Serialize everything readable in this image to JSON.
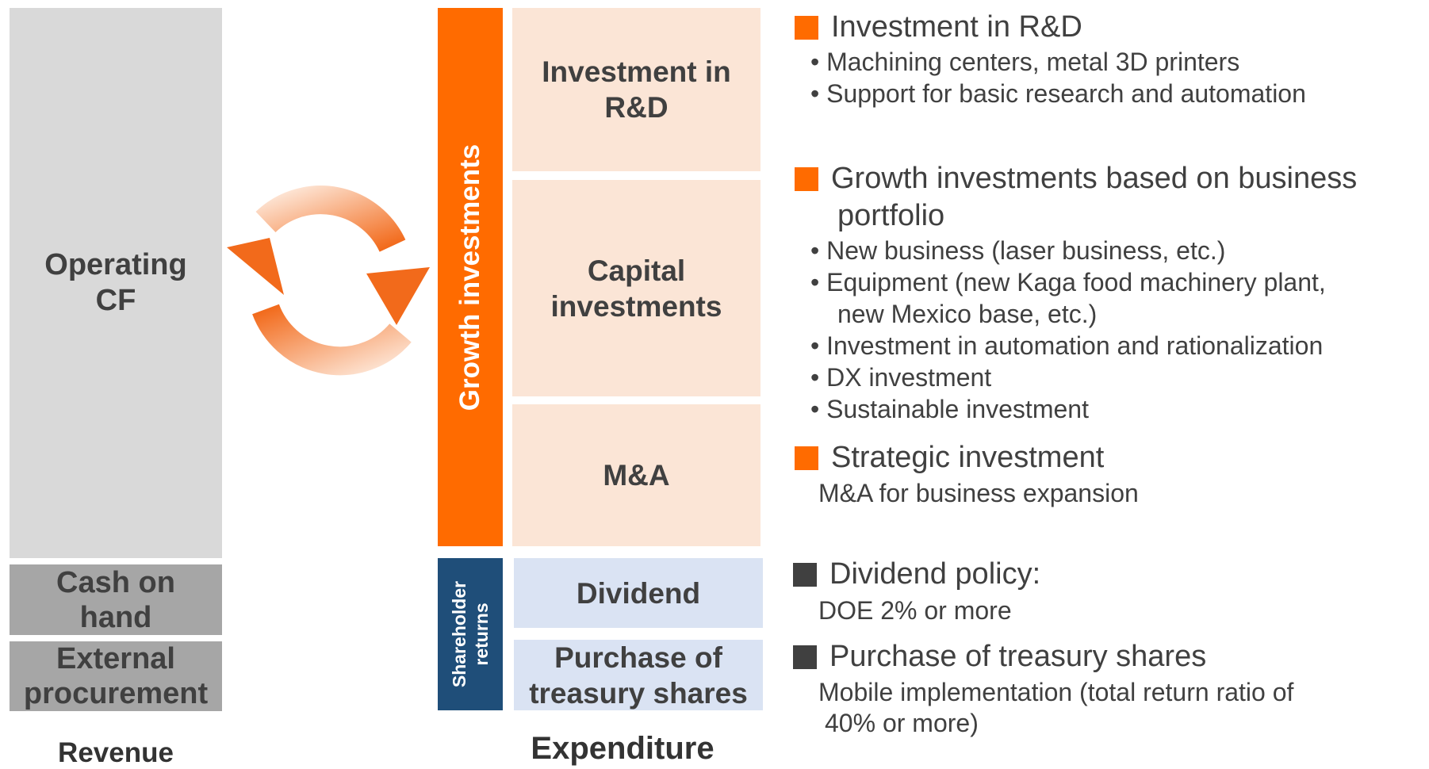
{
  "revenue": {
    "operating_cf": [
      "Operating",
      "CF"
    ],
    "cash_on_hand": [
      "Cash on",
      "hand"
    ],
    "external_procurement": [
      "External",
      "procurement"
    ],
    "label": "Revenue"
  },
  "bars": {
    "growth": "Growth investments",
    "shareholder": [
      "Shareholder",
      "returns"
    ]
  },
  "expenditure": {
    "rd": [
      "Investment in",
      "R&D"
    ],
    "capital": [
      "Capital",
      "investments"
    ],
    "ma": "M&A",
    "dividend": "Dividend",
    "treasury": [
      "Purchase of",
      "treasury shares"
    ],
    "label": "Expenditure"
  },
  "details": {
    "rd": {
      "heading": "Investment in R&D",
      "items": [
        "• Machining centers, metal 3D printers",
        "• Support for basic research and automation"
      ]
    },
    "growth": {
      "heading": [
        "Growth investments based on business",
        "portfolio"
      ],
      "items": [
        "• New business (laser business, etc.)",
        "• Equipment (new Kaga food machinery plant,",
        "new Mexico base, etc.)",
        "• Investment in automation and rationalization",
        "• DX investment",
        "• Sustainable investment"
      ]
    },
    "strategic": {
      "heading": "Strategic investment",
      "text": "M&A for business expansion"
    },
    "dividend": {
      "heading": "Dividend policy:",
      "text": "DOE 2% or more"
    },
    "treasury": {
      "heading": "Purchase of treasury shares",
      "text": [
        "Mobile implementation (total return ratio of",
        "40% or more)"
      ]
    }
  },
  "colors": {
    "orange": "#ff6b00",
    "navy": "#1f4e79",
    "peach": "#fbe5d6",
    "light_blue": "#dae3f3",
    "gray_light": "#d9d9d9",
    "gray_mid": "#a6a6a6",
    "dark_square": "#404040"
  },
  "icons": {
    "cycle": "circular-arrows-icon"
  }
}
